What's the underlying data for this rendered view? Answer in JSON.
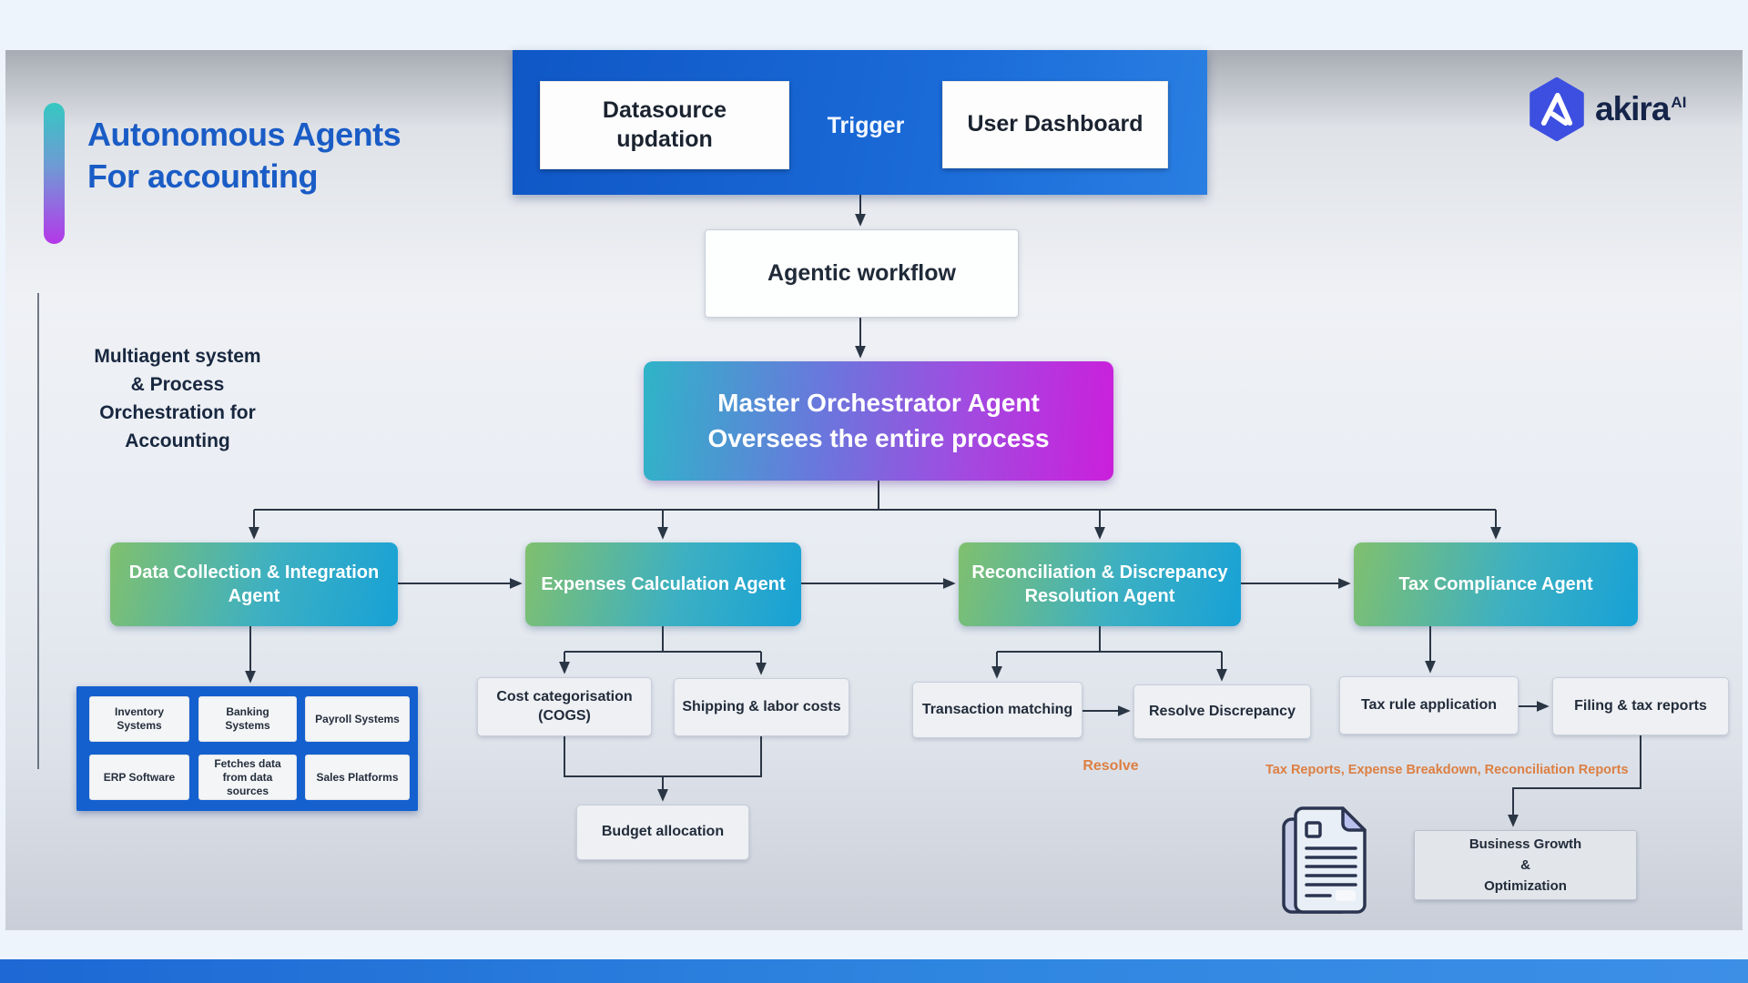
{
  "header": {
    "title_line1": "Autonomous Agents",
    "title_line2": "For accounting",
    "banner": {
      "left_box": "Datasource updation",
      "center_label": "Trigger",
      "right_box": "User Dashboard"
    },
    "logo": {
      "brand": "akira",
      "suffix": "AI"
    }
  },
  "flow": {
    "agentic_workflow": "Agentic workflow",
    "master_line1": "Master Orchestrator Agent",
    "master_line2": "Oversees the entire process",
    "side_note_line1": "Multiagent system",
    "side_note_line2": "& Process",
    "side_note_line3": "Orchestration for",
    "side_note_line4": "Accounting"
  },
  "agents": [
    {
      "label": "Data Collection & Integration Agent"
    },
    {
      "label": "Expenses Calculation Agent"
    },
    {
      "label": "Reconciliation & Discrepancy Resolution Agent"
    },
    {
      "label": "Tax Compliance Agent"
    }
  ],
  "data_sources": [
    "Inventory Systems",
    "Banking Systems",
    "Payroll Systems",
    "ERP Software",
    "Fetches data from data sources",
    "Sales Platforms"
  ],
  "expenses": {
    "cost_box": "Cost categorisation (COGS)",
    "shipping_box": "Shipping & labor costs",
    "budget_box": "Budget allocation"
  },
  "reconciliation": {
    "matching_box": "Transaction matching",
    "resolve_box": "Resolve Discrepancy",
    "resolve_label": "Resolve"
  },
  "tax": {
    "rule_box": "Tax rule application",
    "filing_box": "Filing & tax reports"
  },
  "outputs": {
    "reports_note": "Tax Reports, Expense Breakdown, Reconciliation Reports",
    "business_line1": "Business Growth",
    "business_line2": "&",
    "business_line3": "Optimization"
  },
  "colors": {
    "banner_blue": "#1460cf",
    "title_blue": "#1a5cc6",
    "agent_gradient_start": "#80c06e",
    "agent_gradient_end": "#17a1d6",
    "master_gradient_start": "#2fb4c8",
    "master_gradient_end": "#cb1fdb",
    "note_orange": "#dd7f42",
    "arrow_dark": "#2b3645"
  }
}
